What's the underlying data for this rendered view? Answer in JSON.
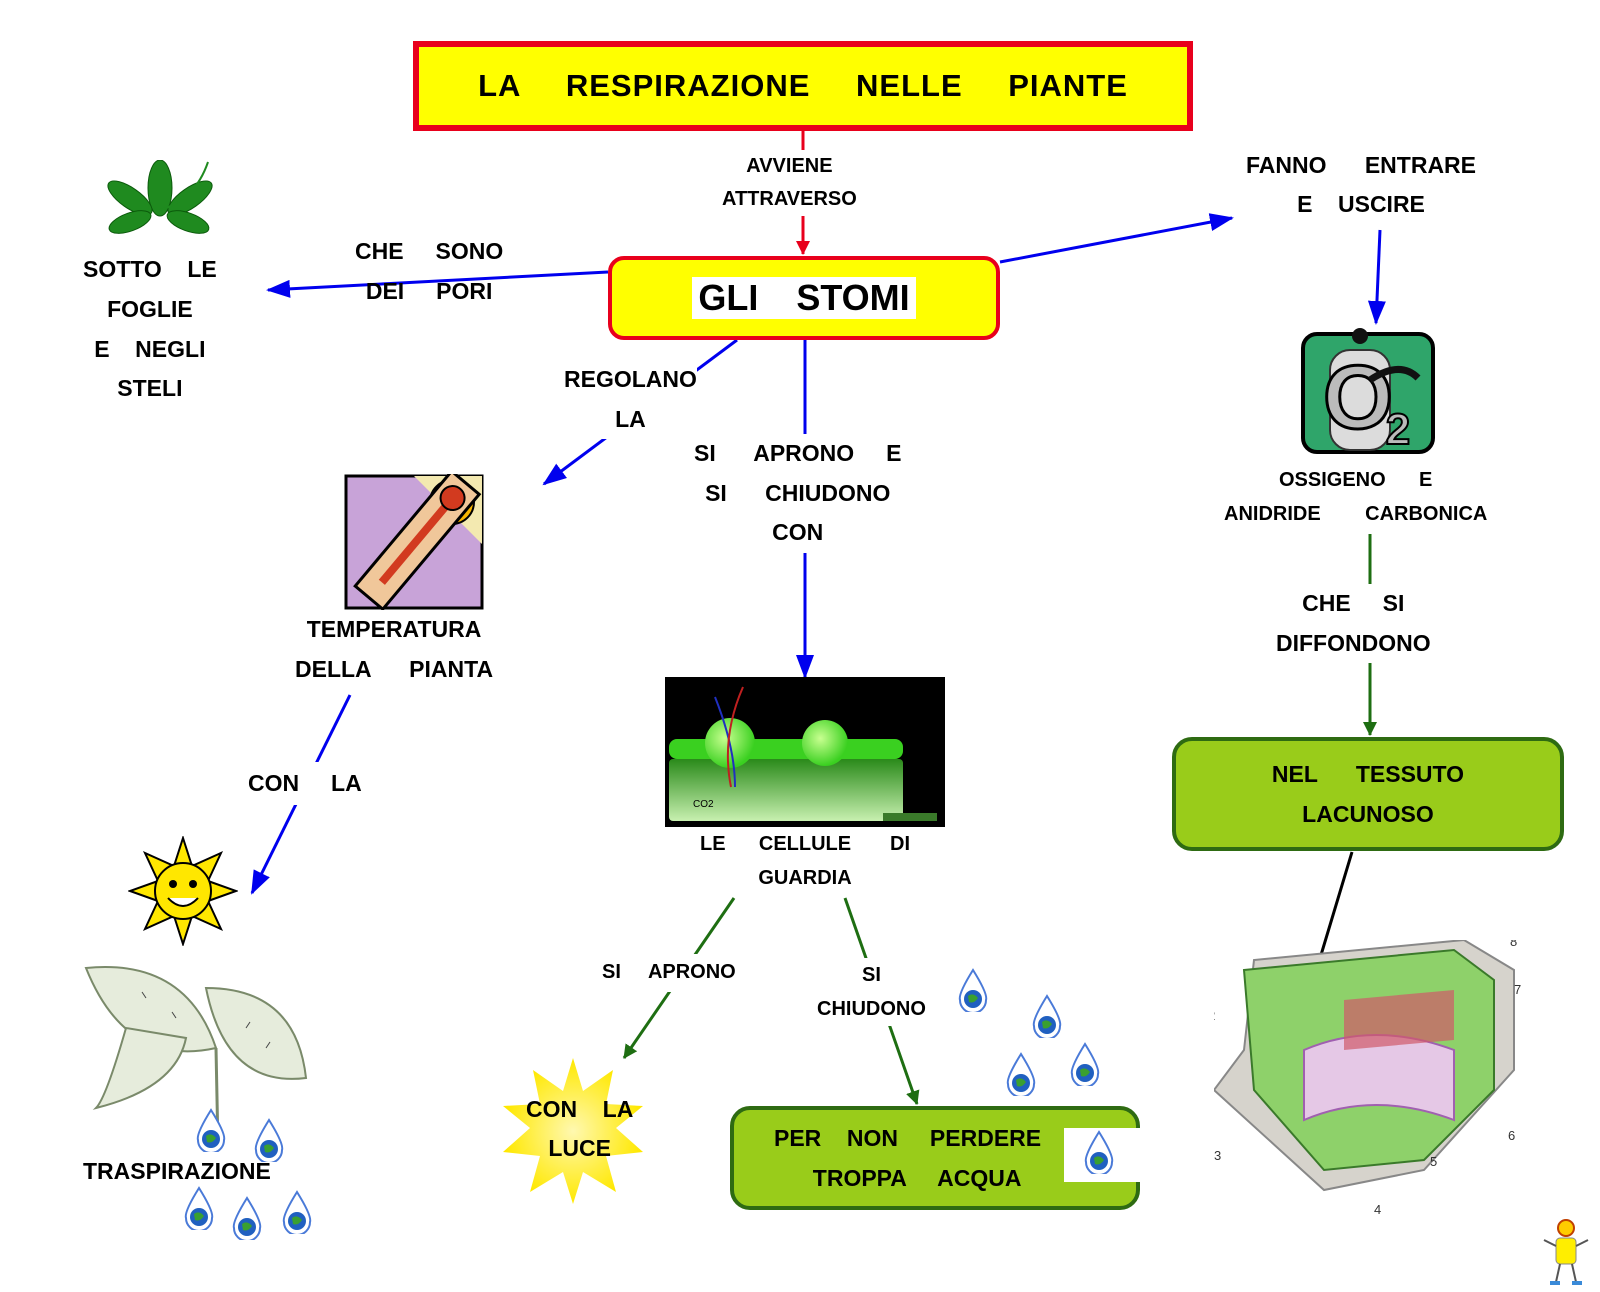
{
  "title": "LA RESPIRAZIONE NELLE PIANTE",
  "nodes": {
    "stomi": "GLI STOMI",
    "tessuto": "NEL      TESSUTO\nLACUNOSO",
    "acqua": "PER    NON     PERDERE\n   TROPPA     ACQUA",
    "sotto_foglie": "SOTTO    LE\nFOGLIE\nE    NEGLI\nSTELI",
    "fanno_entrare": "FANNO      ENTRARE\nE    USCIRE",
    "ossigeno": "OSSIGENO      E\nANIDRIDE        CARBONICA",
    "temperatura": "TEMPERATURA\nDELLA      PIANTA",
    "cellule": "LE      CELLULE       DI\nGUARDIA",
    "traspirazione": "TRASPIRAZIONE",
    "con_la_luce": "CON    LA\nLUCE"
  },
  "links": {
    "avviene": "AVVIENE\nATTRAVERSO",
    "che_sono": "CHE     SONO\nDEI     PORI",
    "regolano": "REGOLANO\nLA",
    "si_aprono_chiudono": "SI      APRONO     E\nSI      CHIUDONO\nCON",
    "con_la": "CON     LA",
    "che_si": "CHE     SI\nDIFFONDONO",
    "si_aprono": "SI     APRONO",
    "si_chiudono": "SI\nCHIUDONO"
  },
  "image_labels": {
    "co2": "CO2"
  },
  "colors": {
    "title_fill": "#ffff00",
    "title_border": "#e8001c",
    "box_green": "#99cc1a",
    "box_green_border": "#2e6b12",
    "arrow_blue": "#0000ee",
    "arrow_red": "#e8001c",
    "arrow_green": "#1e6e12",
    "arrow_black": "#000000"
  },
  "icons": [
    "leaf-icon",
    "oxygen-tank-icon",
    "thermometer-icon",
    "sun-icon",
    "plant-transpiration-icon",
    "guard-cell-icon",
    "leaf-tissue-icon",
    "water-drop-icon",
    "mascot-icon"
  ]
}
